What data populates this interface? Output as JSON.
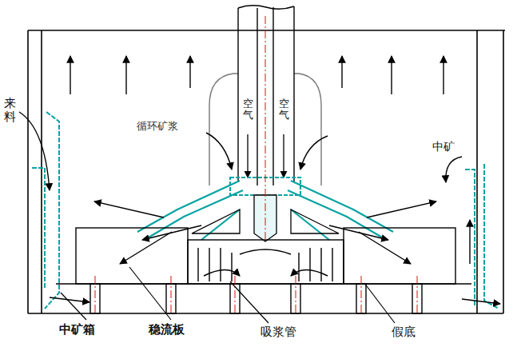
{
  "diagram": {
    "labels": [
      "来料",
      "空气",
      "空气",
      "循环矿浆",
      "中矿",
      "中矿箱",
      "稳流板",
      "吸浆管",
      "假底"
    ]
  }
}
